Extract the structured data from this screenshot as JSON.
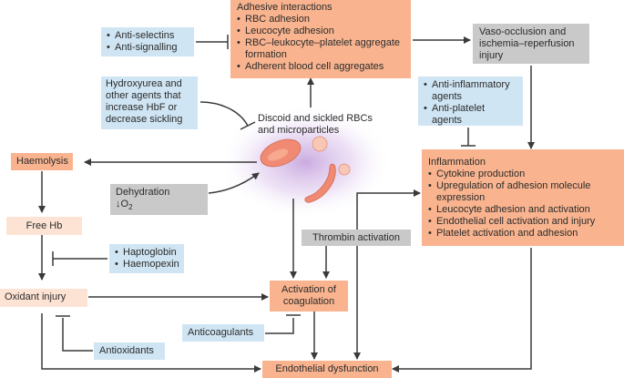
{
  "adhesive": {
    "title": "Adhesive interactions",
    "items": [
      "RBC adhesion",
      "Leucocyte adhesion",
      "RBC–leukocyte–platelet aggregate formation",
      "Adherent blood cell aggregates"
    ]
  },
  "anti_selectins": {
    "items": [
      "Anti-selectins",
      "Anti-signalling"
    ]
  },
  "vaso_occlusion": {
    "text": "Vaso-occlusion and ischemia–reperfusion injury"
  },
  "hydroxyurea": {
    "text": "Hydroxyurea and other agents that increase HbF or decrease sickling"
  },
  "anti_inflammatory": {
    "items": [
      "Anti-inflammatory agents",
      "Anti-platelet agents"
    ]
  },
  "center_label": {
    "text": "Discoid and sickled RBCs and microparticles"
  },
  "haemolysis": {
    "text": "Haemolysis"
  },
  "dehydration": {
    "line1": "Dehydration",
    "arrow": "↓",
    "o": "O",
    "sub": "2"
  },
  "inflammation": {
    "title": "Inflammation",
    "items": [
      "Cytokine production",
      "Upregulation of adhesion molecule expression",
      "Leucocyte adhesion and activation",
      "Endothelial cell activation and injury",
      "Platelet activation and adhesion"
    ]
  },
  "free_hb": {
    "text": "Free Hb"
  },
  "thrombin": {
    "text": "Thrombin activation"
  },
  "haptoglobin": {
    "items": [
      "Haptoglobin",
      "Haemopexin"
    ]
  },
  "oxidant": {
    "text": "Oxidant injury"
  },
  "coagulation": {
    "text": "Activation of coagulation"
  },
  "anticoagulants": {
    "text": "Anticoagulants"
  },
  "antioxidants": {
    "text": "Antioxidants"
  },
  "endothelial": {
    "text": "Endothelial dysfunction"
  },
  "colors": {
    "orange": "#f9b48f",
    "orange_light": "#fde3d4",
    "blue": "#cfe5f3",
    "grey": "#c9c9c9",
    "arrow": "#3a3a3a",
    "glow": "#b98fd6",
    "cell": "#f08a73"
  }
}
